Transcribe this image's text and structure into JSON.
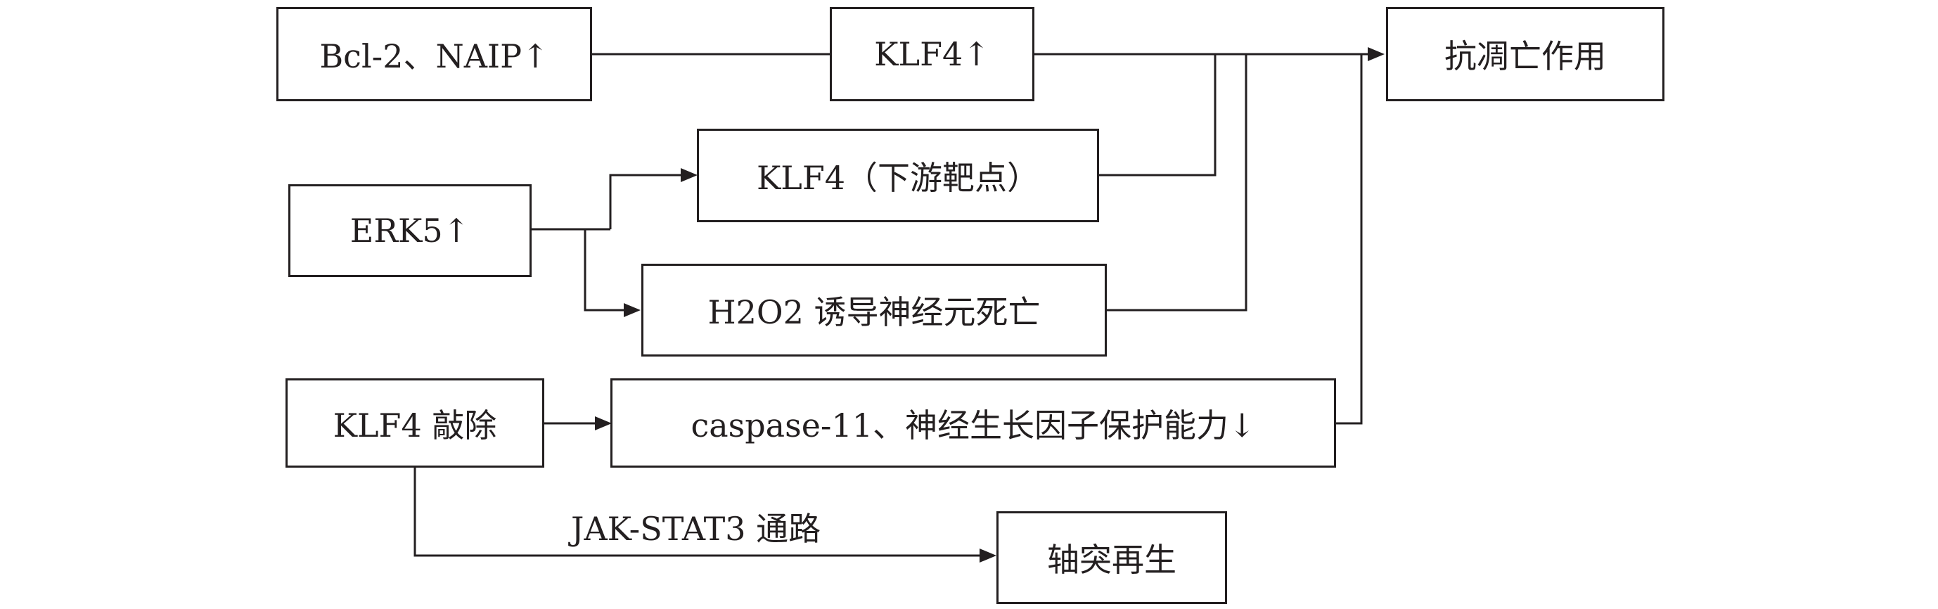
{
  "nodes": {
    "bcl2_naip": "Bcl-2、NAIP↑",
    "klf4_up": "KLF4↑",
    "anti_apoptosis": "抗凋亡作用",
    "klf4_targets": "KLF4（下游靶点）",
    "erk5_up": "ERK5↑",
    "h2o2_neuron_death": "H2O2 诱导神经元死亡",
    "klf4_knockout": "KLF4 敲除",
    "caspase_ngf": "caspase-11、神经生长因子保护能力↓",
    "axon_regeneration": "轴突再生"
  },
  "edge_labels": {
    "jak_stat3": "JAK-STAT3 通路"
  }
}
